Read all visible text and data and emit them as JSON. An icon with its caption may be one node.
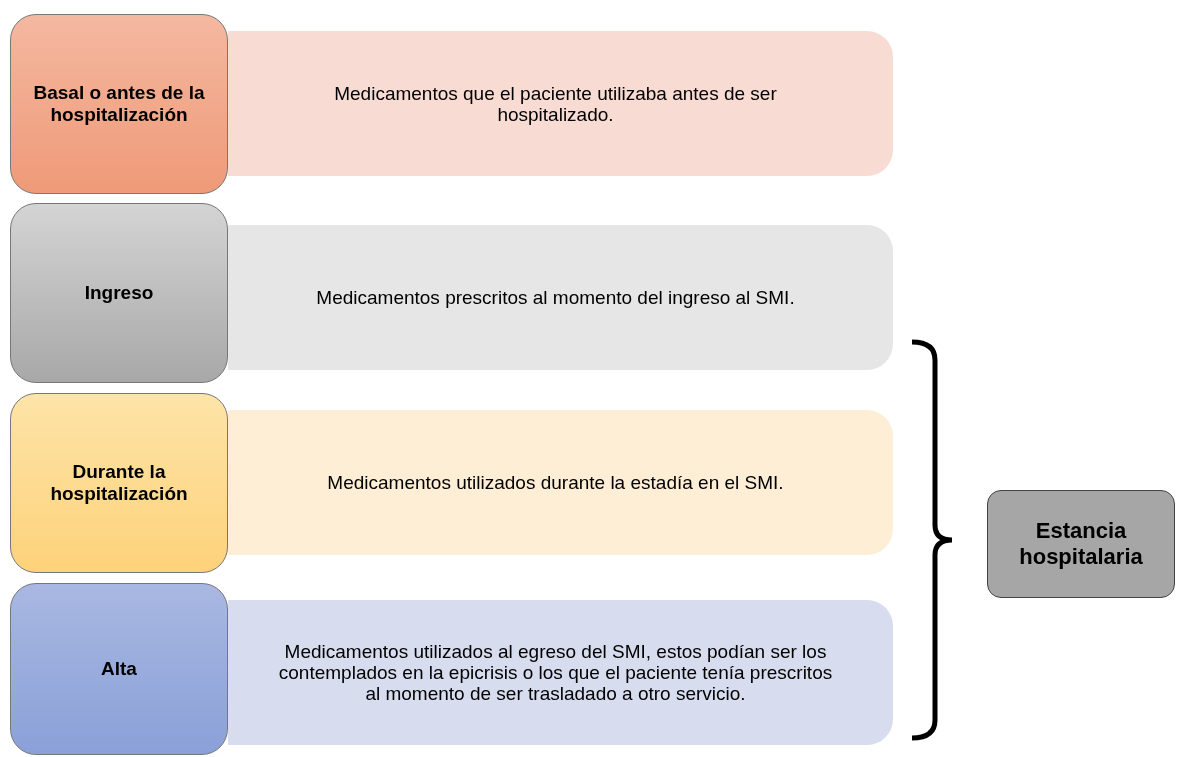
{
  "diagram": {
    "nodes": [
      {
        "text": [
          "Basal o antes de la hospitalización"
        ]
      },
      {
        "text": [
          "Medicamentos que el paciente utilizaba antes de ser hospitalizado."
        ]
      },
      {
        "text": [
          "Ingreso"
        ]
      },
      {
        "text": [
          "Medicamentos prescritos al momento del ingreso al SMI."
        ]
      },
      {
        "text": [
          "Durante la hospitalización"
        ]
      },
      {
        "text": [
          "Medicamentos utilizados durante la estadía en el SMI."
        ]
      },
      {
        "text": [
          "Alta"
        ]
      },
      {
        "text": [
          "Medicamentos utilizados al egreso del SMI, estos podían ser los contemplados en la epicrisis o los que el paciente tenía prescritos al momento de ser trasladado a otro servicio."
        ]
      },
      {
        "text": [
          "Estancia hospitalaria"
        ]
      }
    ]
  }
}
